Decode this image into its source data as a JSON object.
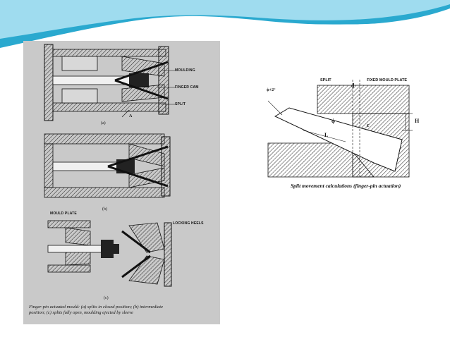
{
  "colors": {
    "banner_dark": "#2aa9cf",
    "banner_light": "#9fdcef",
    "figure_bg": "#c9c9c9",
    "ink": "#111111"
  },
  "left_figure": {
    "label_moulding": "MOULDING",
    "label_finger_cam": "FINGER CAM",
    "label_split": "SPLIT",
    "label_a": "A",
    "label_sub_a": "(a)",
    "label_sub_b": "(b)",
    "label_mould_plate": "MOULD PLATE",
    "label_locking_heels": "LOCKING HEELS",
    "label_sub_c": "(c)",
    "caption_line1": "Finger-pin actuated mould: (a) splits in closed position; (b) intermediate",
    "caption_line2": "position; (c) splits fully open, moulding ejected by sleeve"
  },
  "right_figure": {
    "label_split": "SPLIT",
    "label_fixed_mould_plate": "FIXED MOULD PLATE",
    "label_phi_angle": "ϕ+2°",
    "label_d": "d",
    "label_c": "c",
    "label_h": "H",
    "label_l": "L",
    "label_phi": "ϕ",
    "caption": "Split movement calculations (finger-pin actuation)"
  }
}
